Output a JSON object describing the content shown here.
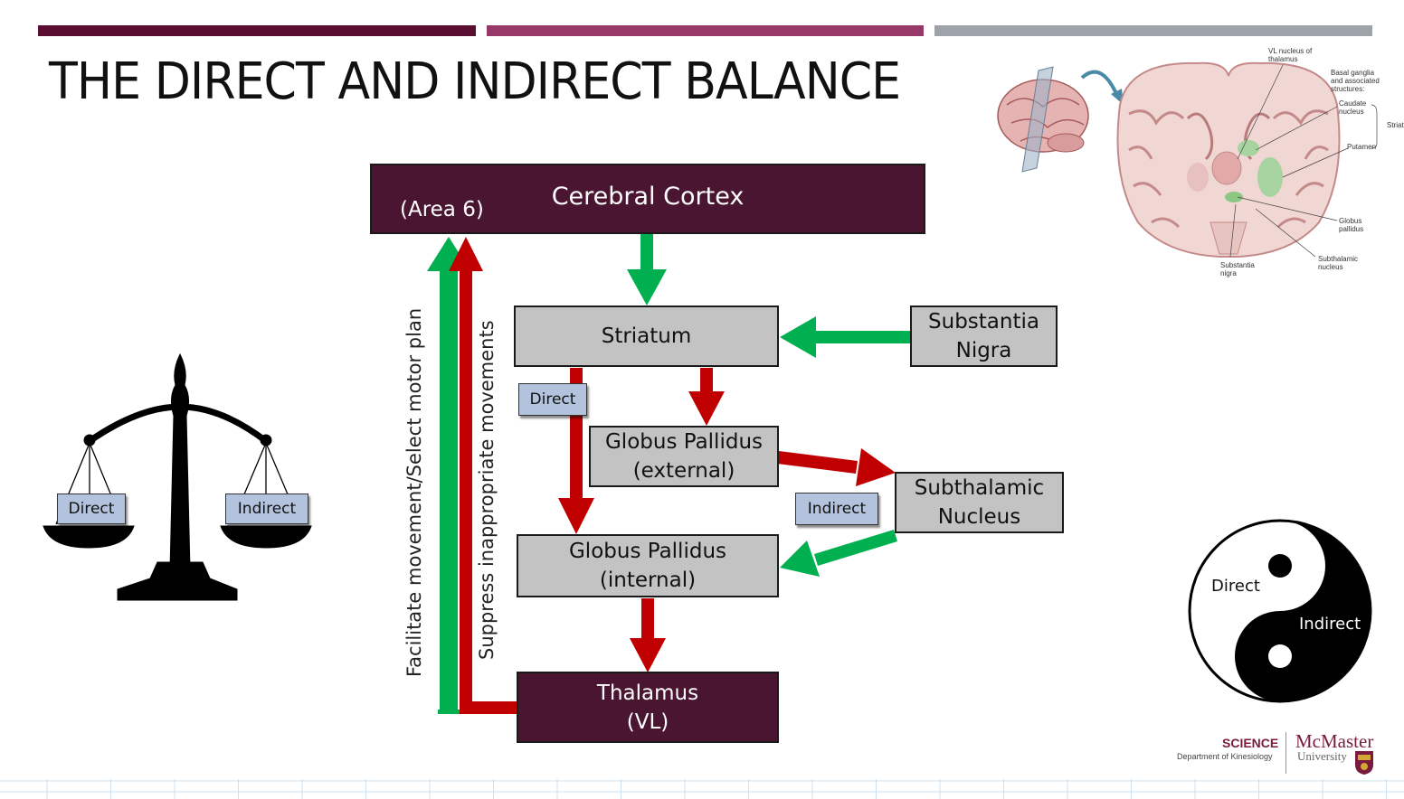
{
  "slide": {
    "title": "THE DIRECT AND INDIRECT BALANCE",
    "colors": {
      "bar_left": "#5a0f32",
      "bar_middle": "#963868",
      "bar_right": "#9ea3aa",
      "dark_box": "#4a1531",
      "grey_box": "#c3c3c3",
      "green_arrow": "#00b050",
      "red_arrow": "#c00000",
      "tag_fill": "#b3c3dd"
    }
  },
  "flow": {
    "cortex_label": "Cerebral Cortex",
    "cortex_area": "(Area 6)",
    "striatum": "Striatum",
    "substantia_nigra": "Substantia\nNigra",
    "gp_external": "Globus Pallidus\n(external)",
    "subthalamic": "Subthalamic\nNucleus",
    "gp_internal": "Globus Pallidus\n(internal)",
    "thalamus": "Thalamus\n(VL)",
    "direct_tag": "Direct",
    "indirect_tag": "Indirect",
    "green_loop_label": "Facilitate movement/Select motor plan",
    "red_loop_label": "Suppress inappropriate movements"
  },
  "scale": {
    "left_pan": "Direct",
    "right_pan": "Indirect"
  },
  "yinyang": {
    "white_label": "Direct",
    "black_label": "Indirect"
  },
  "brain_figure": {
    "labels": {
      "vl": "VL  nucleus of\nthalamus",
      "basal": "Basal ganglia\nand associated\nstructures:",
      "caudate": "Caudate\nnucleus",
      "striatum": "Striat",
      "putamen": "Putamen",
      "globus": "Globus\npallidus",
      "subthalamic": "Subthalamic\nnucleus",
      "nigra": "Substantia\nnigra"
    }
  },
  "footer": {
    "science": "SCIENCE",
    "department": "Department of Kinesiology",
    "university_name": "McMaster",
    "university_sub": "University"
  }
}
